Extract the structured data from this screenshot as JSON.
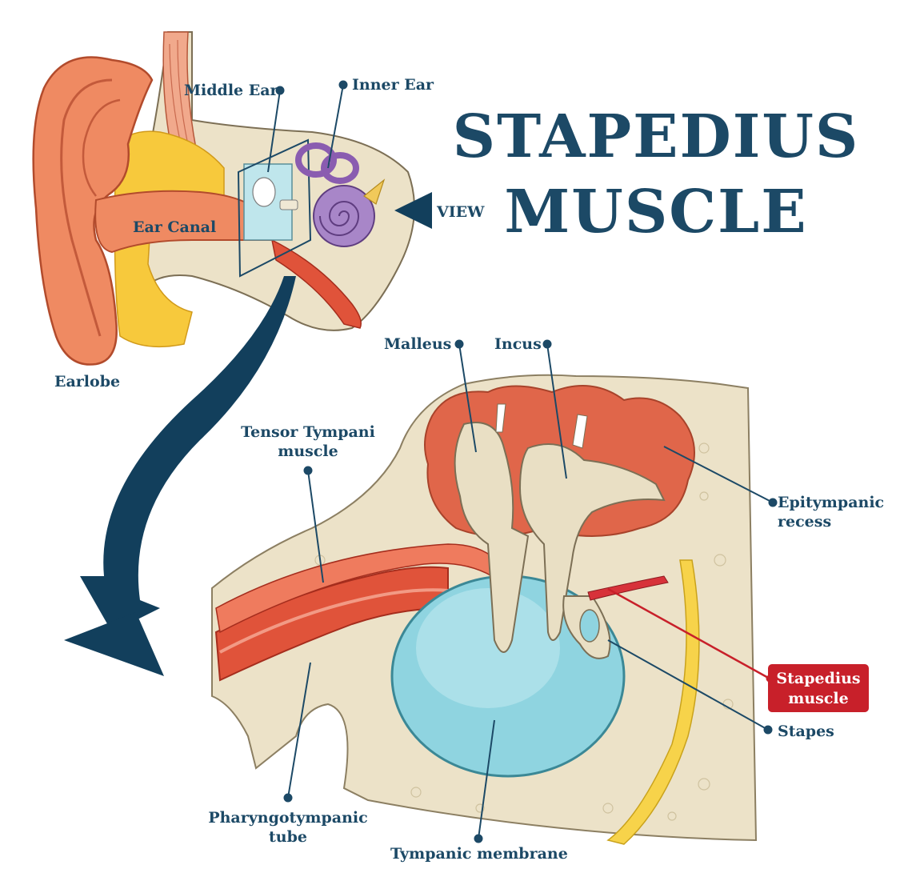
{
  "title": {
    "line1": "STAPEDIUS",
    "line2": "MUSCLE"
  },
  "labels": {
    "middle_ear": "Middle Ear",
    "inner_ear": "Inner Ear",
    "view": "VIEW",
    "ear_canal": "Ear Canal",
    "earlobe": "Earlobe",
    "malleus": "Malleus",
    "incus": "Incus",
    "tensor_tympani_line1": "Tensor Tympani",
    "tensor_tympani_line2": "muscle",
    "epitympanic_line1": "Epitympanic",
    "epitympanic_line2": "recess",
    "stapedius_line1": "Stapedius",
    "stapedius_line2": "muscle",
    "stapes": "Stapes",
    "pharyngo_line1": "Pharyngotympanic",
    "pharyngo_line2": "tube",
    "tympanic_membrane": "Tympanic membrane"
  },
  "colors": {
    "label_navy": "#1c4966",
    "highlight_red": "#c8202a",
    "bone_beige": "#e9dfc4",
    "skin_orange": "#ef8a62",
    "membrane_cyan": "#8fd4e0",
    "inner_ear_purple": "#a886c8",
    "fat_yellow": "#f7c93c",
    "arrow_navy": "#123f5c"
  }
}
